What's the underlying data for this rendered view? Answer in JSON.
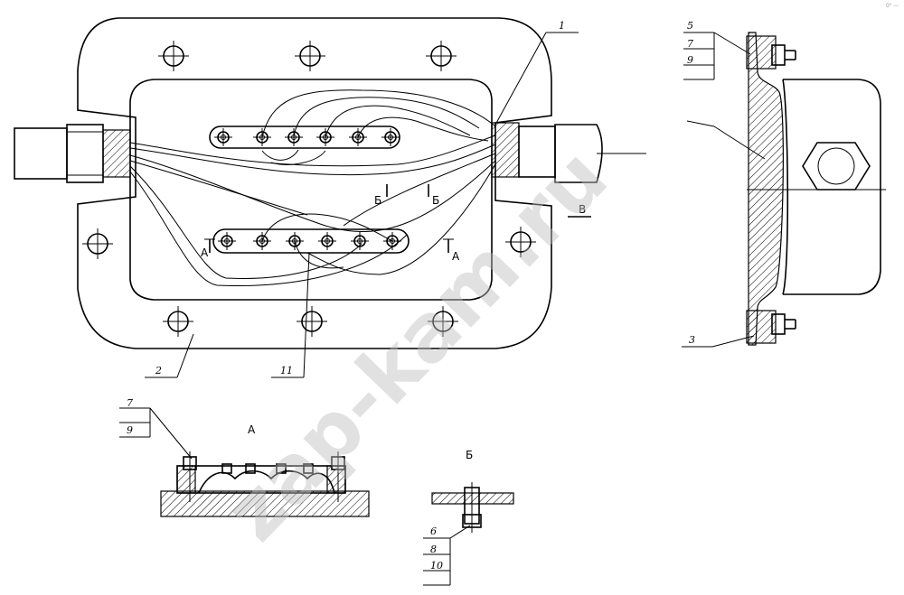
{
  "callouts": {
    "c1": "1",
    "c2": "2",
    "c3": "3",
    "c5": "5",
    "c7a": "7",
    "c9a": "9",
    "c11": "11",
    "c7b": "7",
    "c9b": "9",
    "c6": "6",
    "c8": "8",
    "c10": "10"
  },
  "section_marks": {
    "a1": "А",
    "a2": "А",
    "b1": "Б",
    "b2": "Б",
    "v1": "В"
  },
  "section_titles": {
    "a": "А",
    "b": "Б"
  },
  "watermark": "zap-kam.ru",
  "corner_mark": "0⁰ —"
}
